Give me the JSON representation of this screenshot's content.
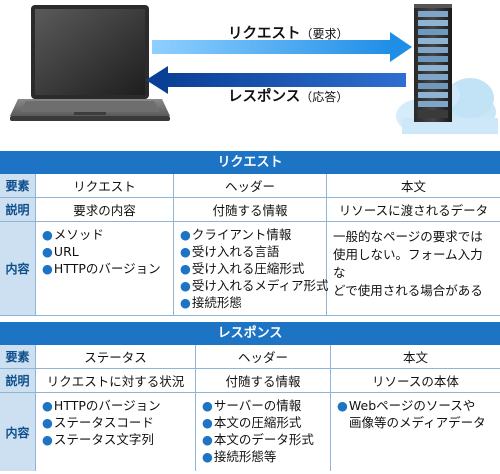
{
  "diagram": {
    "request_arrow_label": "リクエスト",
    "request_arrow_note": "（要求）",
    "response_arrow_label": "レスポンス",
    "response_arrow_note": "（応答）",
    "colors": {
      "arrow_light": "#3d9be5",
      "arrow_dark": "#0d4aa6",
      "accent": "#1e74c4",
      "header_bg": "#cde0f2"
    }
  },
  "request_table": {
    "title": "リクエスト",
    "row_headers": {
      "element": "要素",
      "description": "説明",
      "content": "内容"
    },
    "columns": [
      {
        "element": "リクエスト",
        "description": "要求の内容",
        "content": [
          "メソッド",
          "URL",
          "HTTPのバージョン"
        ]
      },
      {
        "element": "ヘッダー",
        "description": "付随する情報",
        "content": [
          "クライアント情報",
          "受け入れる言語",
          "受け入れる圧縮形式",
          "受け入れるメディア形式",
          "接続形態"
        ]
      },
      {
        "element": "本文",
        "description": "リソースに渡されるデータ",
        "content_text_lines": [
          "一般的なページの要求では",
          "使用しない。フォーム入力な",
          "どで使用される場合がある"
        ]
      }
    ]
  },
  "response_table": {
    "title": "レスポンス",
    "row_headers": {
      "element": "要素",
      "description": "説明",
      "content": "内容"
    },
    "columns": [
      {
        "element": "ステータス",
        "description": "リクエストに対する状況",
        "content": [
          "HTTPのバージョン",
          "ステータスコード",
          "ステータス文字列"
        ]
      },
      {
        "element": "ヘッダー",
        "description": "付随する情報",
        "content": [
          "サーバーの情報",
          "本文の圧縮形式",
          "本文のデータ形式",
          "接続形態等"
        ]
      },
      {
        "element": "本文",
        "description": "リソースの本体",
        "content": [
          "Webページのソースや",
          "画像等のメディアデータ"
        ]
      }
    ]
  }
}
